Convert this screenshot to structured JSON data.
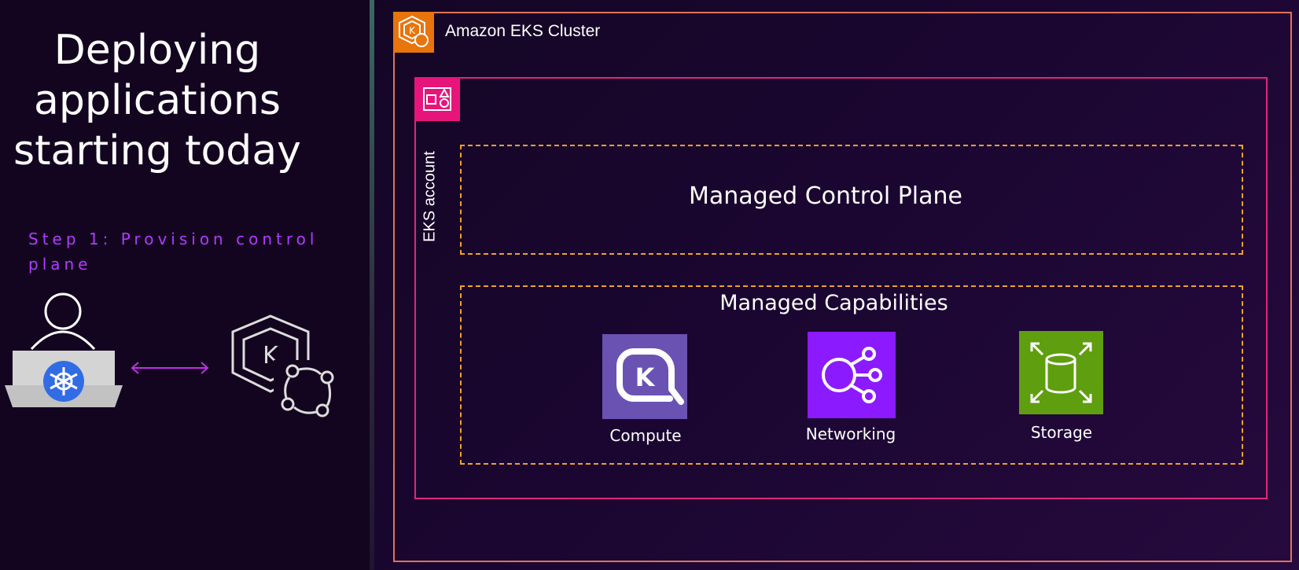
{
  "left": {
    "title_lines": [
      "Deploying",
      "applications",
      "starting today"
    ],
    "step": "Step 1: Provision control plane"
  },
  "cluster": {
    "label": "Amazon EKS Cluster"
  },
  "account": {
    "label": "EKS account"
  },
  "control_plane": {
    "title": "Managed Control Plane"
  },
  "capabilities": {
    "title": "Managed Capabilities",
    "items": [
      {
        "label": "Compute",
        "icon": "kro-k-icon",
        "color": "#6a52b3"
      },
      {
        "label": "Networking",
        "icon": "networking-icon",
        "color": "#8c1aff"
      },
      {
        "label": "Storage",
        "icon": "storage-icon",
        "color": "#5f9e0f"
      }
    ]
  },
  "colors": {
    "cluster_border": "#e2725a",
    "cluster_badge": "#e8740c",
    "account_border": "#e0267a",
    "dashed_border": "#f0a12a",
    "step_text": "#b13bff",
    "arrow": "#c02ee8"
  }
}
